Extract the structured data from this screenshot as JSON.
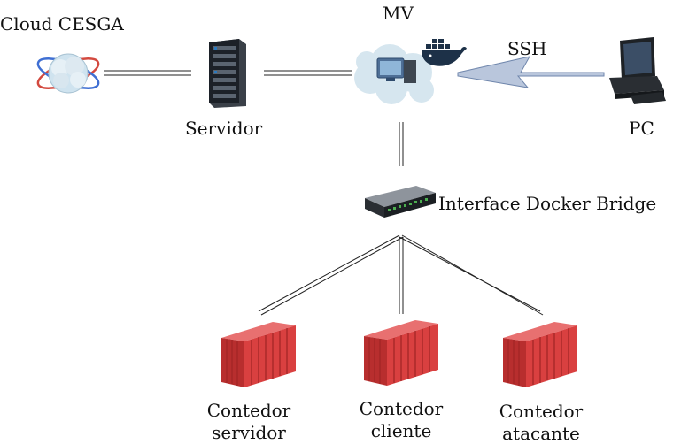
{
  "nodes": {
    "cloud": {
      "label": "Cloud CESGA",
      "icon": "cloud-globe-icon"
    },
    "server": {
      "label": "Servidor",
      "icon": "server-rack-icon"
    },
    "vm": {
      "label": "MV",
      "icon": "virtual-machine-cloud-icon",
      "badge_icon": "docker-whale-icon"
    },
    "pc": {
      "label": "PC",
      "icon": "desktop-computer-icon"
    },
    "bridge": {
      "label": "Interface Docker Bridge",
      "icon": "network-switch-icon"
    },
    "containers": [
      {
        "line1": "Contedor",
        "line2": "servidor",
        "icon": "shipping-container-icon"
      },
      {
        "line1": "Contedor",
        "line2": "cliente",
        "icon": "shipping-container-icon"
      },
      {
        "line1": "Contedor",
        "line2": "atacante",
        "icon": "shipping-container-icon"
      }
    ]
  },
  "connections": {
    "ssh_label": "SSH"
  },
  "colors": {
    "container_red": "#d94040",
    "ssh_bolt": "#b9c6dc",
    "line": "#222222"
  }
}
